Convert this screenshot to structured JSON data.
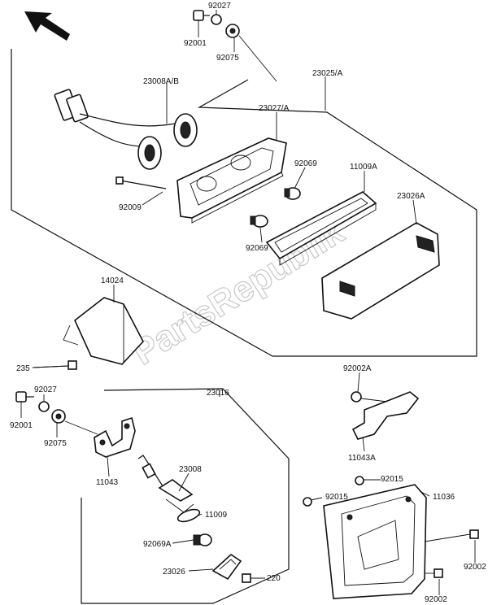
{
  "watermark": "PartsRepublik",
  "labels": {
    "a92027": "92027",
    "a92001": "92001",
    "a92075": "92075",
    "a23008ab": "23008A/B",
    "a23025a": "23025/A",
    "a23027a": "23027/A",
    "a92069_r": "92069",
    "a11009a": "11009A",
    "a23026a": "23026A",
    "a92009": "92009",
    "a92069_b": "92069",
    "a14024": "14024",
    "a235": "235",
    "a92002a": "92002A",
    "a11043a": "11043A",
    "b92027": "92027",
    "b92001": "92001",
    "b92075": "92075",
    "a23016": "23016",
    "a11043": "11043",
    "a23008": "23008",
    "a11009": "11009",
    "a92069a": "92069A",
    "a23026": "23026",
    "a220": "220",
    "a92015_l": "92015",
    "a92015_r": "92015",
    "a11036": "11036",
    "a92002_r": "92002",
    "a92002_b": "92002"
  }
}
